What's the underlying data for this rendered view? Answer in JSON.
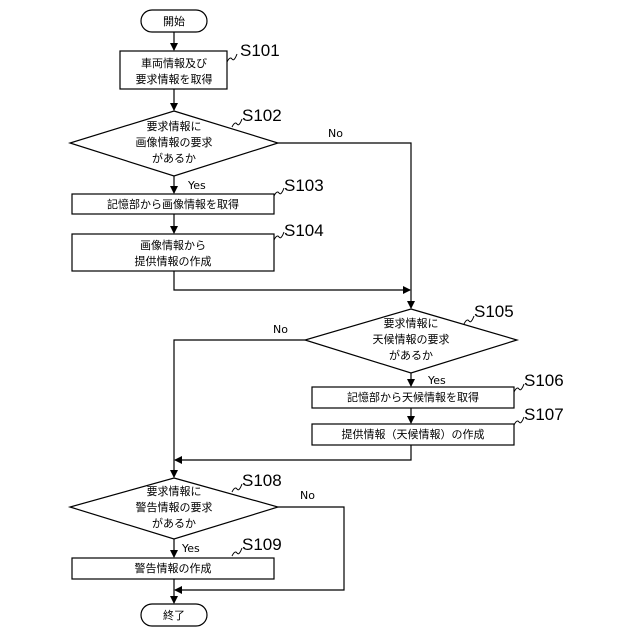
{
  "flowchart": {
    "start": "開始",
    "end": "終了",
    "s101": {
      "step": "S101",
      "lines": [
        "車両情報及び",
        "要求情報を取得"
      ]
    },
    "s102": {
      "step": "S102",
      "lines": [
        "要求情報に",
        "画像情報の要求",
        "があるか"
      ],
      "yes": "Yes",
      "no": "No"
    },
    "s103": {
      "step": "S103",
      "lines": [
        "記憶部から画像情報を取得"
      ]
    },
    "s104": {
      "step": "S104",
      "lines": [
        "画像情報から",
        "提供情報の作成"
      ]
    },
    "s105": {
      "step": "S105",
      "lines": [
        "要求情報に",
        "天候情報の要求",
        "があるか"
      ],
      "yes": "Yes",
      "no": "No"
    },
    "s106": {
      "step": "S106",
      "lines": [
        "記憶部から天候情報を取得"
      ]
    },
    "s107": {
      "step": "S107",
      "lines": [
        "提供情報（天候情報）の作成"
      ]
    },
    "s108": {
      "step": "S108",
      "lines": [
        "要求情報に",
        "警告情報の要求",
        "があるか"
      ],
      "yes": "Yes",
      "no": "No"
    },
    "s109": {
      "step": "S109",
      "lines": [
        "警告情報の作成"
      ]
    }
  }
}
